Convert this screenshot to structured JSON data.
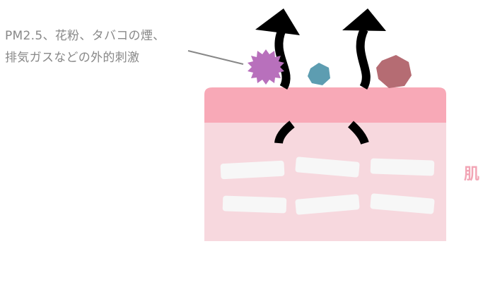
{
  "annotation": {
    "line1": "PM2.5、花粉、タバコの煙、",
    "line2": "排気ガスなどの外的刺激"
  },
  "skin_label": "肌",
  "colors": {
    "skin_surface": "#f8a9b7",
    "skin_body": "#f7d8de",
    "cells": "#f7f7f7",
    "arrows": "#000000",
    "particle_purple": "#b870bc",
    "particle_blue": "#5d9db1",
    "particle_red": "#b56c73",
    "annotation_text": "#888888",
    "leader_line": "#888888",
    "skin_label": "#f2a5b5"
  },
  "icons": [
    "pollen-particle-icon",
    "dust-particle-icon",
    "smoke-particle-icon",
    "up-arrow-icon"
  ]
}
